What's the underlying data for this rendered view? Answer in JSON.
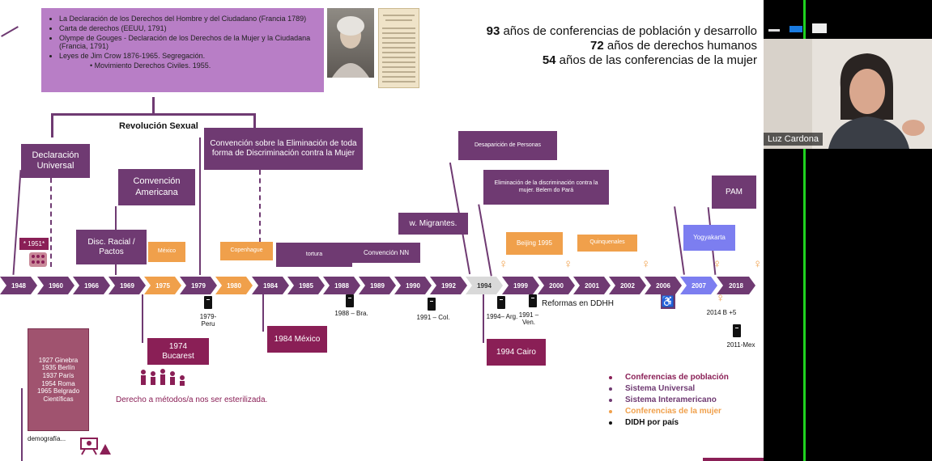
{
  "notes": {
    "items": [
      "La Declaración de los Derechos del Hombre y del Ciudadano (Francia 1789)",
      "Carta de derechos  (EEUU, 1791)",
      " Olympe de Gouges - Declaración de los Derechos de la Mujer y la Ciudadana (Francia, 1791)",
      "Leyes de Jim Crow 1876-1965. Segregación."
    ],
    "subitem": "Movimiento Derechos Civiles. 1955."
  },
  "stats": {
    "line1_num": "93",
    "line1_text": " años de conferencias de población y desarrollo",
    "line2_num": "72",
    "line2_text": " años de derechos humanos",
    "line3_num": "54",
    "line3_text": " años de las conferencias de la mujer"
  },
  "labels": {
    "revolucion": "Revolución Sexual",
    "declaracion": "Declaración Universal",
    "convencion_americana": "Convención Americana",
    "cedaw": "Convención sobre la Eliminación de toda forma de Discriminación contra la Mujer",
    "desaparicion": "Desaparición de Personas",
    "belem": "Eliminación de la discriminación contra la mujer. Belem do Pará",
    "migrantes": "w. Migrantes.",
    "disc_racial": "Disc. Racial / Pactos",
    "mexico": "México",
    "copenhague": "Copenhague",
    "tortura": "tortura",
    "convencion_nn": "Convención NN",
    "beijing": "Beijing 1995",
    "quinquenales": "Quinquenales",
    "yogyakarta": "Yogyakarta",
    "pam": "PAM",
    "y1951": "* 1951*",
    "bucarest": "1974 Bucarest",
    "mexico1984": "1984 México",
    "cairo": "1994 Cairo",
    "esterilizada": "Derecho a métodos/a nos ser esterilizada.",
    "demografia": "demografía...",
    "reformas": "Reformas en DDHH",
    "peru": "1979-\nPeru",
    "bra": "1988 – Bra.",
    "col": "1991 – Col.",
    "arg": "1994– Arg.",
    "ven": "1991 –\nVen.",
    "b5": "2014 B +5",
    "mex2011": "2011-Mex"
  },
  "ginebra": [
    "1927 Ginebra",
    "1935 Berlín",
    "1937 París",
    "1954 Roma",
    "1965 Belgrado",
    "Científicas"
  ],
  "timeline": [
    "1948",
    "1960",
    "1966",
    "1969",
    "1975",
    "1979",
    "1980",
    "1984",
    "1985",
    "1988",
    "1989",
    "1990",
    "1992",
    "1994",
    "1999",
    "2000",
    "2001",
    "2002",
    "2006",
    "2007",
    "2018"
  ],
  "legend": [
    {
      "label": "Conferencias de población",
      "color": "#8a1f56"
    },
    {
      "label": "Sistema Universal",
      "color": "#6f3a72"
    },
    {
      "label": "Sistema Interamericano",
      "color": "#6f3a72"
    },
    {
      "label": "Conferencias de la mujer",
      "color": "#f0a04b"
    },
    {
      "label": "DIDH por país",
      "color": "#111111"
    }
  ],
  "video": {
    "name": "Luz Cardona"
  },
  "colors": {
    "purple": "#6f3a72",
    "magenta": "#8a1f56",
    "orange": "#f0a04b",
    "lavender": "#7c7ef0"
  }
}
